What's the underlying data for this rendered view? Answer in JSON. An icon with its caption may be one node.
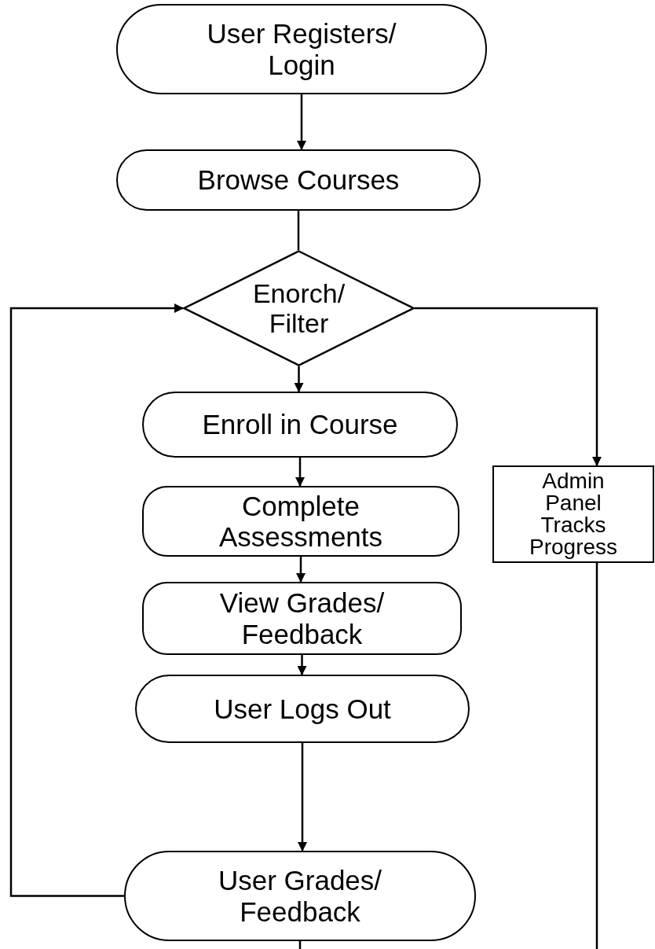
{
  "diagram": {
    "nodes": [
      {
        "text": [
          "User Registers/ Login"
        ]
      },
      {
        "text": [
          "Browse Courses"
        ]
      },
      {
        "text": [
          "Enorch/ Filter"
        ]
      },
      {
        "text": [
          "Enroll in Course"
        ]
      },
      {
        "text": [
          "Complete Assessments"
        ]
      },
      {
        "text": [
          "View Grades/ Feedback"
        ]
      },
      {
        "text": [
          "User Logs Out"
        ]
      },
      {
        "text": [
          "User Grades/ Feedback"
        ]
      },
      {
        "text": [
          "Admin Panel Tracks Progress"
        ]
      }
    ],
    "edges": [
      {
        "from": 0,
        "to": 1,
        "arrow": "to"
      },
      {
        "from": 1,
        "to": 2,
        "arrow": "none"
      },
      {
        "from": 2,
        "to": 3,
        "arrow": "to"
      },
      {
        "from": 3,
        "to": 4,
        "arrow": "to"
      },
      {
        "from": 4,
        "to": 5,
        "arrow": "to"
      },
      {
        "from": 5,
        "to": 6,
        "arrow": "to"
      },
      {
        "from": 6,
        "to": 7,
        "arrow": "to"
      },
      {
        "from": 7,
        "to": 2,
        "arrow": "to"
      },
      {
        "from": 2,
        "to": 8,
        "arrow": "to"
      },
      {
        "from": 7,
        "to": null,
        "arrow": "none"
      },
      {
        "from": 8,
        "to": null,
        "arrow": "none"
      }
    ]
  }
}
